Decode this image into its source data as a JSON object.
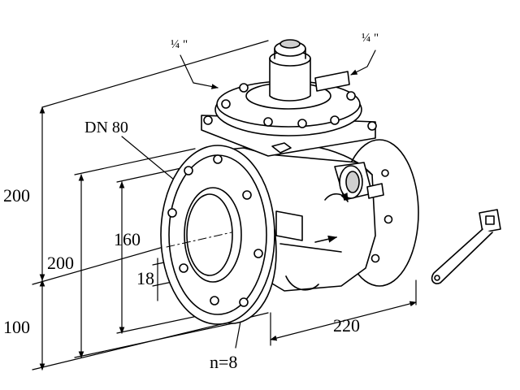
{
  "labels": {
    "port_left": "¼ \"",
    "port_right": "¼ \"",
    "nominal_diameter": "DN 80",
    "height_total": "200",
    "height_lower": "100",
    "flange_outer_diameter": "200",
    "bolt_circle_diameter": "160",
    "bolt_hole_diameter": "18",
    "face_to_face_length": "220",
    "bolt_count": "n=8"
  },
  "colors": {
    "ink": "#000000",
    "paper": "#ffffff",
    "shade": "#cfcfcf"
  },
  "icons": {
    "wrench": "wrench-icon",
    "flow_arrow": "flow-arrow-icon",
    "rotate_arrow": "rotate-arrow-icon"
  }
}
